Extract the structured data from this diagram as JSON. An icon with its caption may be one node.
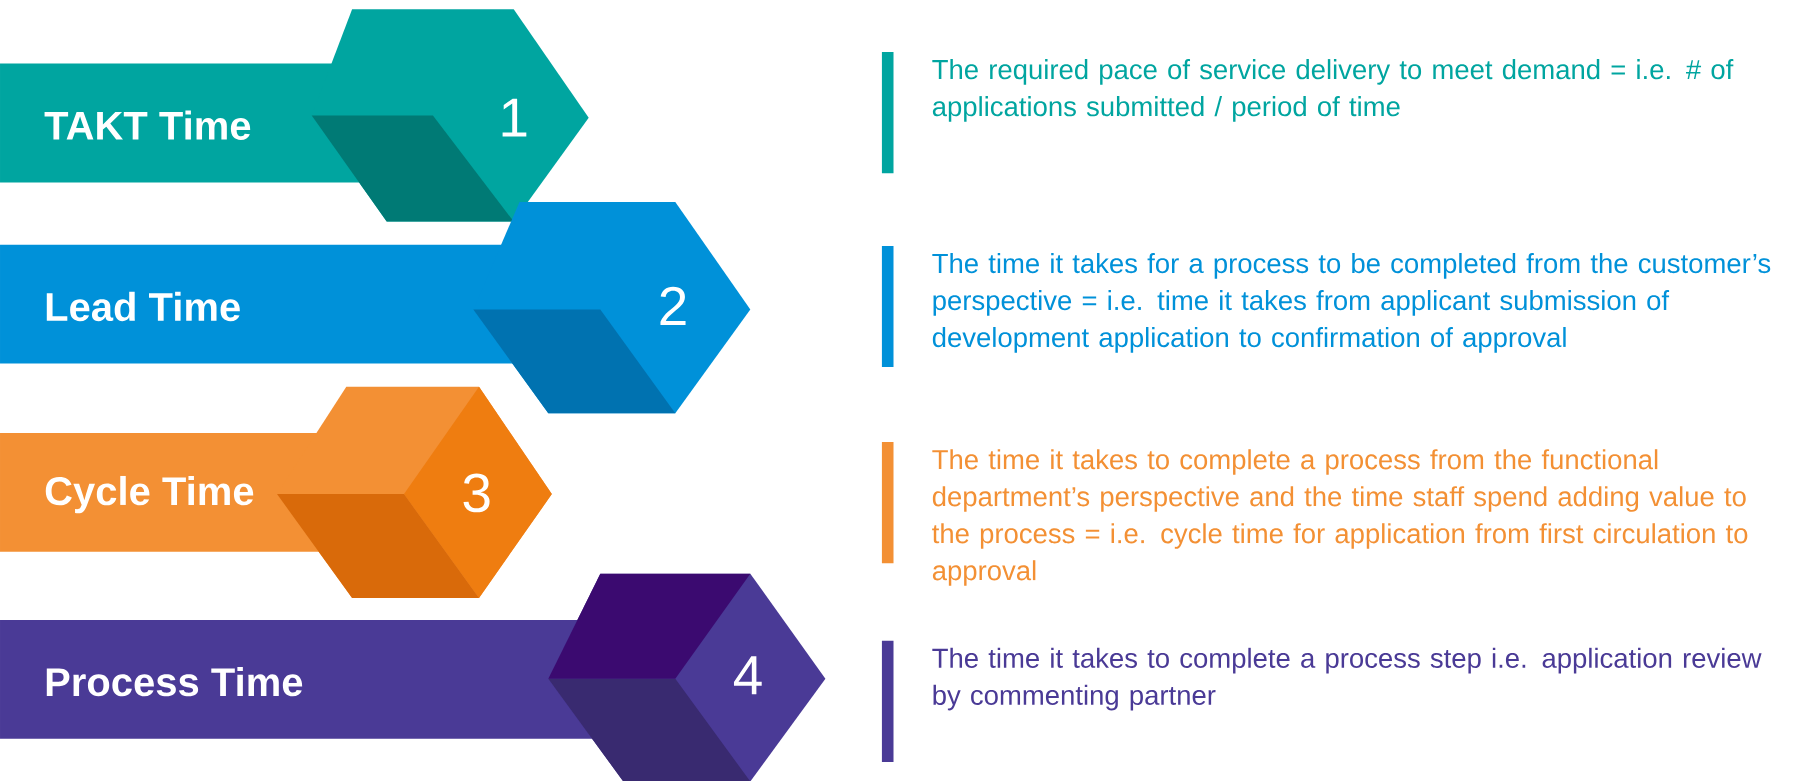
{
  "diagram": {
    "nodes": [
      {
        "text": [
          "TAKT Time",
          "1"
        ]
      },
      {
        "text": [
          "Lead Time",
          "2"
        ]
      },
      {
        "text": [
          "Cycle Time",
          "3"
        ]
      },
      {
        "text": [
          "Process Time",
          "4"
        ]
      }
    ],
    "labels": [
      "The required pace of service delivery to meet demand = i.e. # of applications submitted / period of time",
      "The time it takes for a process to be completed from the customer’s perspective = i.e. time it takes from applicant submission of development application to confirmation of approval",
      "The time it takes to complete a process from the functional department’s perspective and the time staff spend adding value to the process = i.e. cycle time for application from first circulation to approval",
      "The time it takes to complete a process step i.e. application review by commenting partner"
    ]
  }
}
